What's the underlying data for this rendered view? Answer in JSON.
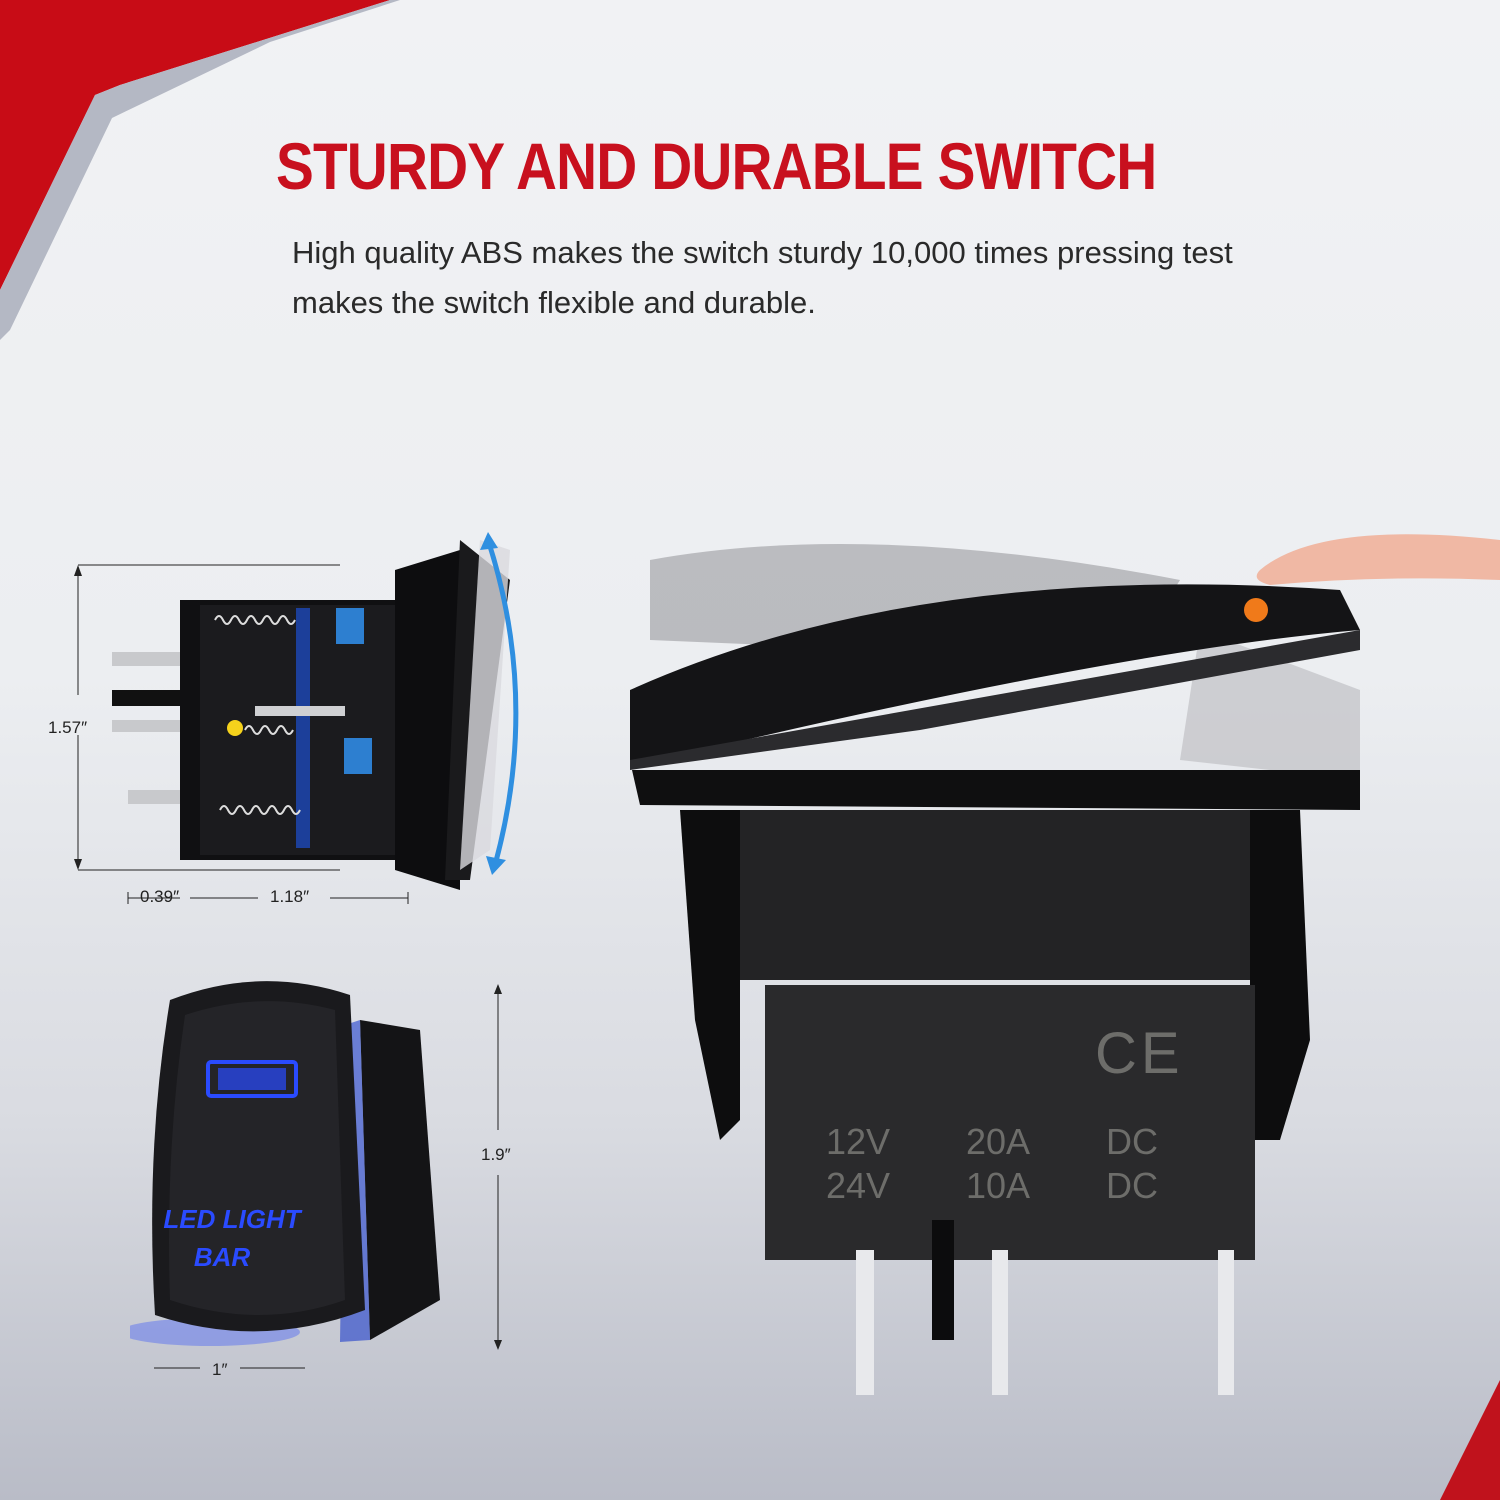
{
  "header": {
    "title": "STURDY AND DURABLE SWITCH",
    "description_line1": "High quality ABS makes the switch sturdy 10,000 times pressing test",
    "description_line2": "makes the switch flexible and durable."
  },
  "side_view": {
    "height_label": "1.57″",
    "depth_front_label": "0.39″",
    "depth_body_label": "1.18″"
  },
  "front_view": {
    "rocker_label_line1": "LED LIGHT",
    "rocker_label_line2": "BAR",
    "height_label": "1.9″",
    "width_label": "1″"
  },
  "main_switch": {
    "certification": "CE",
    "ratings": [
      {
        "voltage": "12V",
        "current": "20A",
        "type": "DC"
      },
      {
        "voltage": "24V",
        "current": "10A",
        "type": "DC"
      }
    ],
    "indicator_color": "#f07a1a"
  },
  "colors": {
    "brand_red": "#c8101e",
    "led_blue": "#2a4bff",
    "text_dark": "#2a2a2a"
  }
}
